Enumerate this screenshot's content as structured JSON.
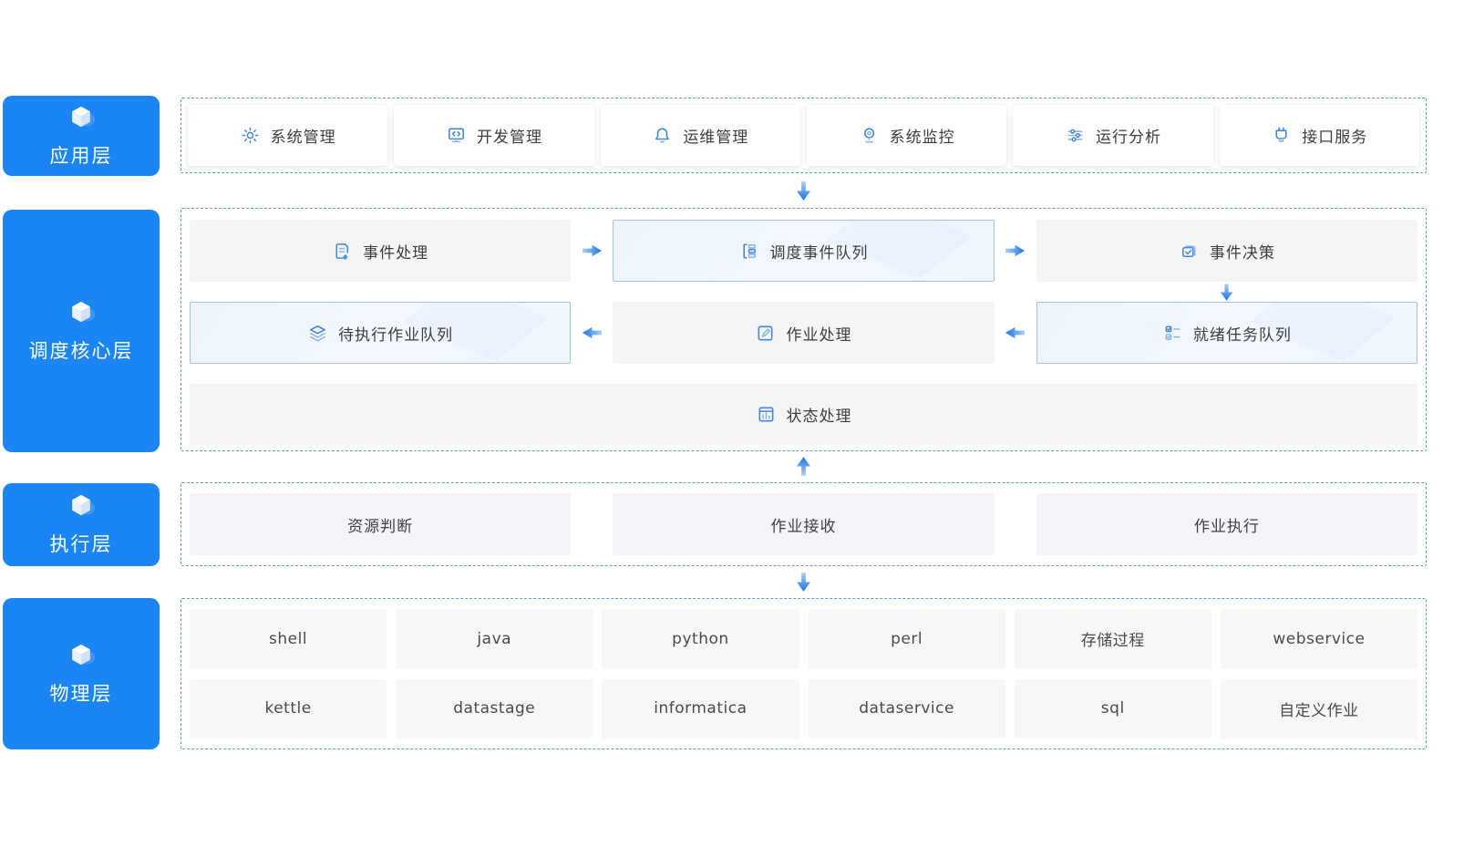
{
  "colors": {
    "layer_tag_blue": "#1b86f3",
    "dashed_border_blue": "#5a9fd0",
    "arrow_blue_dark": "#1a73e6",
    "arrow_blue_light": "#aecff5",
    "box_gray": "#f4f5f7",
    "highlight_border": "#a9c2d8",
    "highlight_fill": "#f0f6fd",
    "icon_blue": "#4586d8",
    "icon_blue_light": "#8ab4e8",
    "text_dark": "#3d3d3d"
  },
  "layers": {
    "app": {
      "label": "应用层",
      "icon": "cube-icon",
      "items": [
        {
          "label": "系统管理",
          "icon": "gear-icon"
        },
        {
          "label": "开发管理",
          "icon": "dev-monitor-icon"
        },
        {
          "label": "运维管理",
          "icon": "alarm-bell-icon"
        },
        {
          "label": "系统监控",
          "icon": "webcam-icon"
        },
        {
          "label": "运行分析",
          "icon": "sliders-icon"
        },
        {
          "label": "接口服务",
          "icon": "plug-icon"
        }
      ]
    },
    "core": {
      "label": "调度核心层",
      "icon": "cube-icon",
      "row1": [
        {
          "label": "事件处理",
          "icon": "document-event-icon",
          "highlight": false
        },
        {
          "label": "调度事件队列",
          "icon": "queue-list-icon",
          "highlight": true
        },
        {
          "label": "事件决策",
          "icon": "decision-check-icon",
          "highlight": false
        }
      ],
      "row2": [
        {
          "label": "待执行作业队列",
          "icon": "layers-icon",
          "highlight": true
        },
        {
          "label": "作业处理",
          "icon": "job-edit-icon",
          "highlight": false
        },
        {
          "label": "就绪任务队列",
          "icon": "checklist-icon",
          "highlight": true
        }
      ],
      "row3": {
        "label": "状态处理",
        "icon": "status-chart-icon"
      }
    },
    "exec": {
      "label": "执行层",
      "icon": "cube-icon",
      "items": [
        {
          "label": "资源判断"
        },
        {
          "label": "作业接收"
        },
        {
          "label": "作业执行"
        }
      ]
    },
    "physical": {
      "label": "物理层",
      "icon": "cube-icon",
      "items": [
        "shell",
        "java",
        "python",
        "perl",
        "存储过程",
        "webservice",
        "kettle",
        "datastage",
        "informatica",
        "dataservice",
        "sql",
        "自定义作业"
      ]
    }
  }
}
